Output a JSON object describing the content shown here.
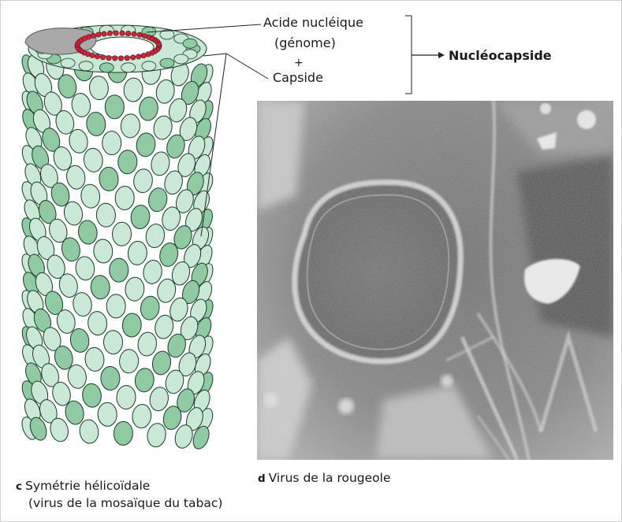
{
  "labels": {
    "acide_nucleique": "Acide nucléique",
    "genome": "(génome)",
    "plus": "+",
    "capside": "Capside",
    "nucleocapside": "Nucléocapside"
  },
  "captions": {
    "c_letter": "c",
    "c_text": "Symétrie hélicoïdale",
    "c_text_line2": "(virus de la mosaïque du tabac)",
    "d_letter": "d",
    "d_text": "Virus de la rougeole"
  },
  "colors": {
    "capsomer_light": "#c9e8d5",
    "capsomer_dark": "#8fcaa3",
    "capsomer_outline": "#1d3a2a",
    "rna": "#c8283c",
    "rna_tail": "#a9a9a9"
  }
}
